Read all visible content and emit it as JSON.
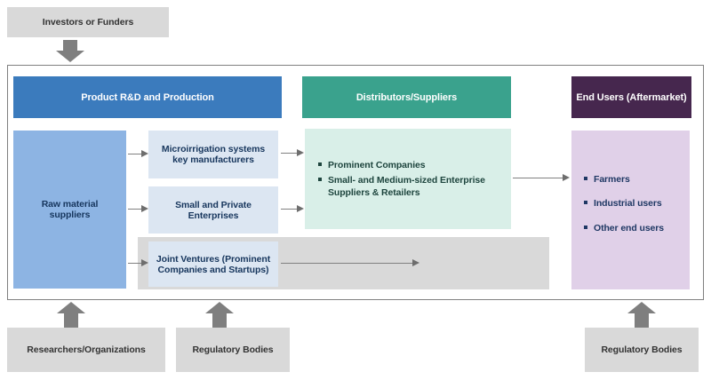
{
  "diagram": {
    "investors_label": "Investors or Funders",
    "headers": {
      "production": "Product R&D and Production",
      "distributors": "Distributors/Suppliers",
      "end_users": "End Users (Aftermarket)"
    },
    "production": {
      "raw_material": "Raw material suppliers",
      "manufacturers": "Microirrigation systems key manufacturers",
      "enterprises": "Small and Private Enterprises",
      "joint_ventures": "Joint Ventures (Prominent Companies and Startups)"
    },
    "distributors": {
      "items": [
        "Prominent Companies",
        "Small- and Medium-sized Enterprise Suppliers & Retailers"
      ]
    },
    "end_users": {
      "items": [
        "Farmers",
        "Industrial users",
        "Other end users"
      ]
    },
    "bottom": {
      "researchers": "Researchers/Organizations",
      "regulatory_left": "Regulatory Bodies",
      "regulatory_right": "Regulatory Bodies"
    },
    "colors": {
      "header_production": "#3b7bbd",
      "header_distributors": "#3aa28d",
      "header_end_users": "#46274e",
      "raw_material_box": "#8db4e3",
      "light_blue_box": "#dce6f2",
      "green_box": "#d9efe8",
      "lavender_box": "#e0d0e8",
      "gray_box": "#d9d9d9",
      "arrow": "#7f7f7f",
      "navy_text": "#17365d"
    }
  }
}
